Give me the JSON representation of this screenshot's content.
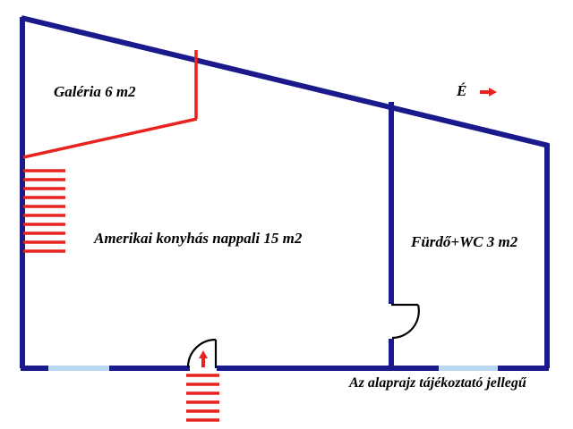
{
  "document": {
    "type": "floor-plan",
    "language": "hu",
    "disclaimer": "Az alaprajz tájékoztató jellegű"
  },
  "compass": {
    "label": "É",
    "icon": "arrow-right-icon",
    "direction": "right",
    "color": "#e8231f"
  },
  "rooms": [
    {
      "id": "galeria",
      "label": "Galéria 6 m2",
      "name": "Galéria",
      "area_m2": 6,
      "outline_color": "#e8231f"
    },
    {
      "id": "nappali",
      "label": "Amerikai konyhás nappali 15 m2",
      "name": "Amerikai konyhás nappali",
      "area_m2": 15,
      "outline_color": "#1a1a8c"
    },
    {
      "id": "furdo-wc",
      "label": "Fürdő+WC 3 m2",
      "name": "Fürdő+WC",
      "area_m2": 3,
      "outline_color": "#1a1a8c"
    }
  ],
  "features": {
    "stairs_gallery": {
      "name": "gallery-stairs",
      "steps": 10,
      "color": "#e8231f"
    },
    "stairs_entrance": {
      "name": "entrance-stairs",
      "steps": 6,
      "color": "#e8231f"
    },
    "entrance_door": {
      "name": "entrance-door",
      "swing": "left",
      "arrow": "arrow-up-icon"
    },
    "bathroom_door": {
      "name": "bathroom-door",
      "swing": "down"
    },
    "windows": [
      {
        "name": "window-bottom-left",
        "color": "#b8d8f0"
      },
      {
        "name": "window-bottom-right",
        "color": "#b8d8f0"
      }
    ]
  },
  "colors": {
    "wall": "#1a1a8c",
    "gallery": "#e8231f",
    "window": "#b8d8f0",
    "door": "#000000",
    "text": "#000000",
    "background": "#ffffff"
  }
}
